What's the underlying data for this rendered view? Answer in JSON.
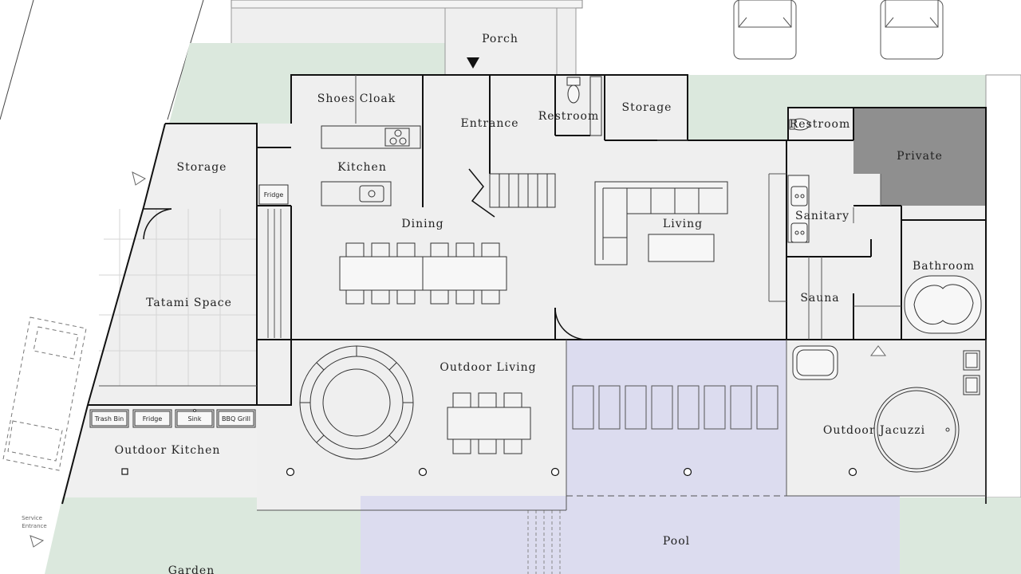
{
  "colors": {
    "floor": "#efefef",
    "garden": "#dbe8dd",
    "pool": "#dcdcef",
    "private": "#8f8f8f",
    "wall": "#111111",
    "fixture": "#555555"
  },
  "rooms": {
    "porch": "Porch",
    "shoes_cloak": "Shoes Cloak",
    "entrance": "Entrance",
    "restroom_entry": "Restroom",
    "storage_entry": "Storage",
    "restroom_east": "Restroom",
    "private": "Private",
    "storage_west": "Storage",
    "kitchen": "Kitchen",
    "dining": "Dining",
    "living": "Living",
    "sanitary": "Sanitary",
    "bathroom": "Bathroom",
    "sauna": "Sauna",
    "tatami_space": "Tatami Space",
    "outdoor_living": "Outdoor Living",
    "outdoor_jacuzzi": "Outdoor Jacuzzi",
    "outdoor_kitchen": "Outdoor Kitchen",
    "pool": "Pool",
    "garden": "Garden"
  },
  "fixtures": {
    "fridge_indoor": "Fridge",
    "trash_bin": "Trash Bin",
    "fridge_outdoor": "Fridge",
    "sink": "Sink",
    "bbq_grill": "BBQ Grill"
  },
  "service_entrance": [
    "Service",
    "Entrance"
  ]
}
